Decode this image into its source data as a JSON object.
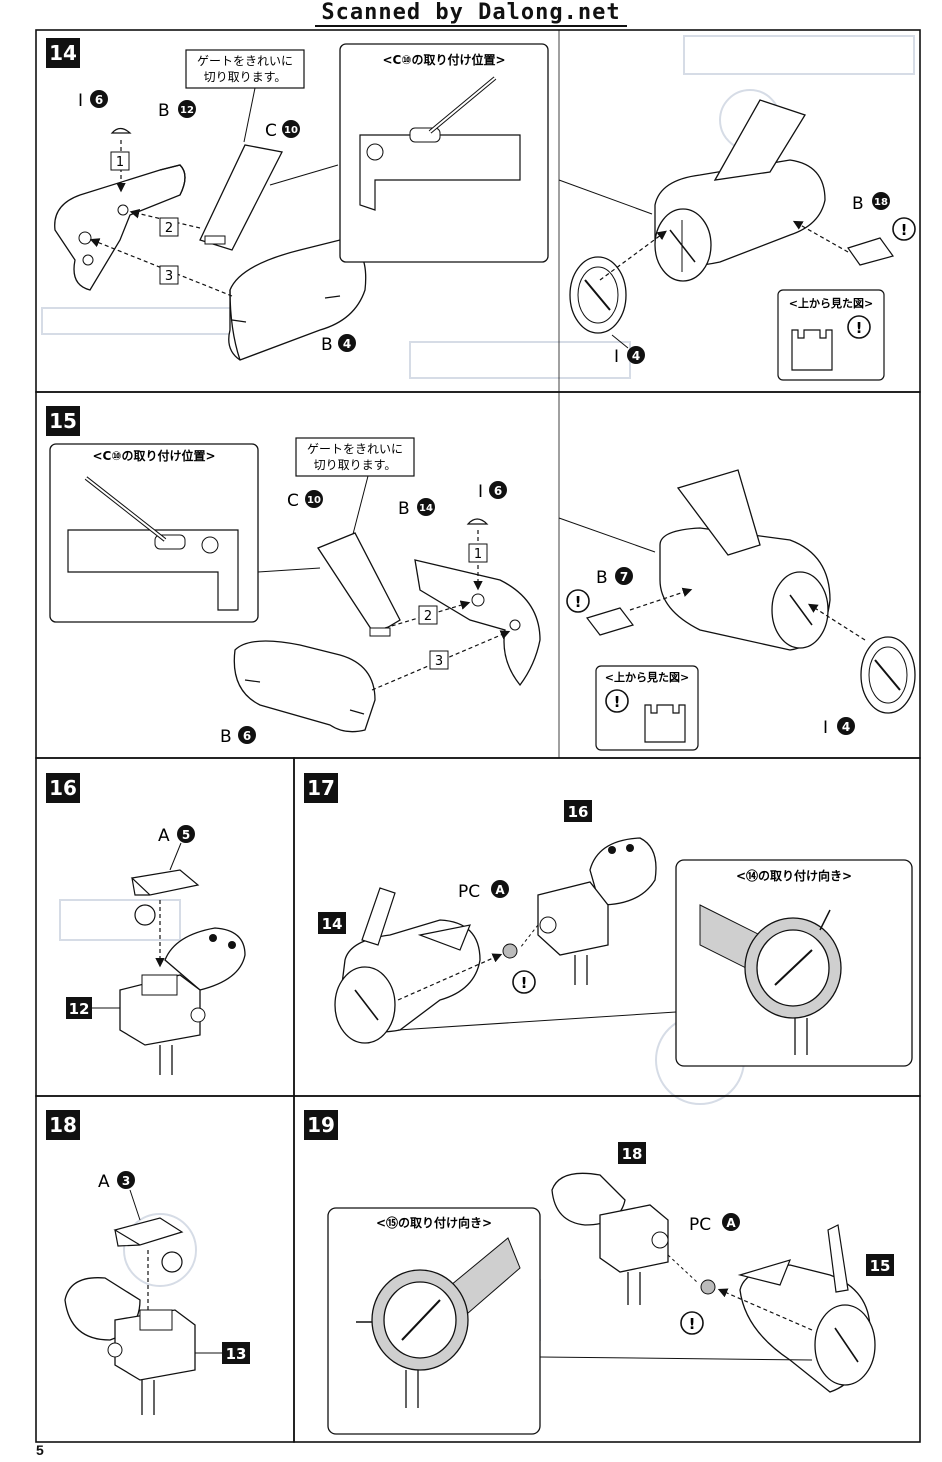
{
  "watermark": "Scanned by Dalong.net",
  "page_number": "5",
  "steps": {
    "s14": {
      "number": "14",
      "callouts": {
        "gate_note_l1": "ゲートをきれいに",
        "gate_note_l2": "切り取ります。",
        "position_title": "<C⑩の取り付け位置>",
        "top_view": "<上から見た図>"
      },
      "parts": {
        "i6": [
          "I",
          "6"
        ],
        "b12": [
          "B",
          "12"
        ],
        "c10": [
          "C",
          "10"
        ],
        "b4": [
          "B",
          "4"
        ],
        "i4": [
          "I",
          "4"
        ],
        "b18": [
          "B",
          "18"
        ]
      },
      "order": [
        "1",
        "2",
        "3"
      ]
    },
    "s15": {
      "number": "15",
      "callouts": {
        "gate_note_l1": "ゲートをきれいに",
        "gate_note_l2": "切り取ります。",
        "position_title": "<C⑩の取り付け位置>",
        "top_view": "<上から見た図>"
      },
      "parts": {
        "c10": [
          "C",
          "10"
        ],
        "b14": [
          "B",
          "14"
        ],
        "i6": [
          "I",
          "6"
        ],
        "b6": [
          "B",
          "6"
        ],
        "b7": [
          "B",
          "7"
        ],
        "i4": [
          "I",
          "4"
        ]
      },
      "order": [
        "1",
        "2",
        "3"
      ]
    },
    "s16": {
      "number": "16",
      "parts": {
        "a5": [
          "A",
          "5"
        ]
      },
      "ref": "12"
    },
    "s17": {
      "number": "17",
      "parts": {
        "pca": [
          "PC",
          "A"
        ]
      },
      "refs": [
        "16",
        "14"
      ],
      "inset_title": "<⑭の取り付け向き>"
    },
    "s18": {
      "number": "18",
      "parts": {
        "a3": [
          "A",
          "3"
        ]
      },
      "ref": "13"
    },
    "s19": {
      "number": "19",
      "parts": {
        "pca": [
          "PC",
          "A"
        ]
      },
      "refs": [
        "18",
        "15"
      ],
      "inset_title": "<⑮の取り付け向き>"
    }
  },
  "colors": {
    "ink": "#111111",
    "paper": "#ffffff",
    "ghost": "#d6dce6",
    "inset_fill": "#cfcfcf"
  }
}
